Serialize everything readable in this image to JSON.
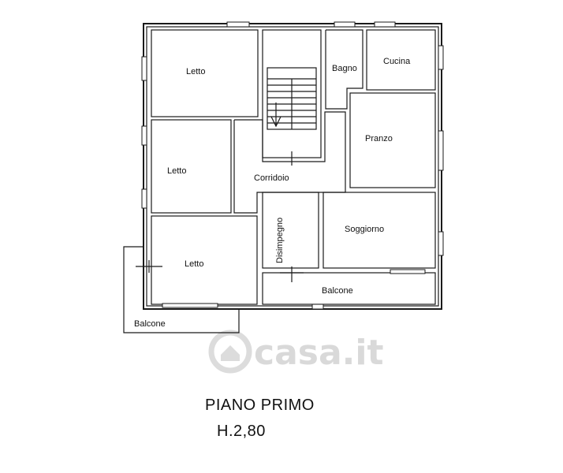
{
  "rooms": {
    "letto_top": "Letto",
    "letto_mid": "Letto",
    "letto_bottom": "Letto",
    "bagno": "Bagno",
    "cucina": "Cucina",
    "pranzo": "Pranzo",
    "corridoio": "Corridoio",
    "soggiorno": "Soggiorno",
    "disimpegno": "Disimpegno",
    "balcone_right": "Balcone",
    "balcone_left": "Balcone"
  },
  "title": {
    "floor": "PIANO PRIMO",
    "height": "H.2,80"
  },
  "watermark": "casa.it"
}
